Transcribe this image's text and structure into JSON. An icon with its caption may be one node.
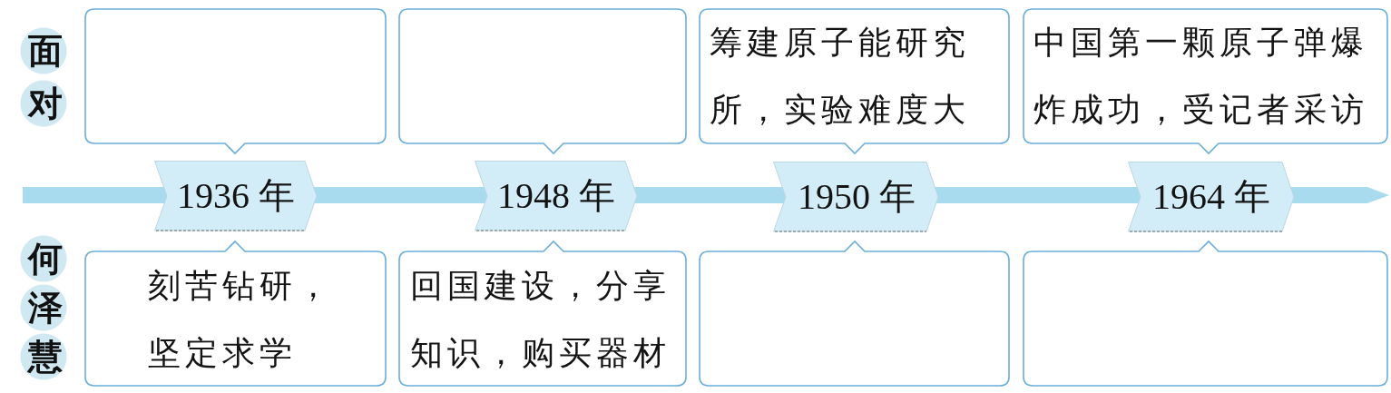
{
  "diagram": {
    "nodes": [
      {
        "text": [],
        "shape": "box"
      },
      {
        "text": [],
        "shape": "box"
      },
      {
        "text": [
          "筹建原子能研究所，实验难度大"
        ]
      },
      {
        "text": [
          "中国第一颗原子弹爆炸成功，受记者采访"
        ]
      },
      {
        "text": [
          "1936 年"
        ]
      },
      {
        "text": [
          "1948 年"
        ]
      },
      {
        "text": [
          "1950 年"
        ]
      },
      {
        "text": [
          "1964 年"
        ]
      },
      {
        "text": [
          "刻苦钻研，坚定求学"
        ]
      },
      {
        "text": [
          "回国建设，分享知识，购买器材"
        ]
      },
      {
        "text": [],
        "shape": "box"
      },
      {
        "text": [],
        "shape": "box"
      }
    ],
    "labels": [
      "面对",
      "何泽慧"
    ]
  }
}
